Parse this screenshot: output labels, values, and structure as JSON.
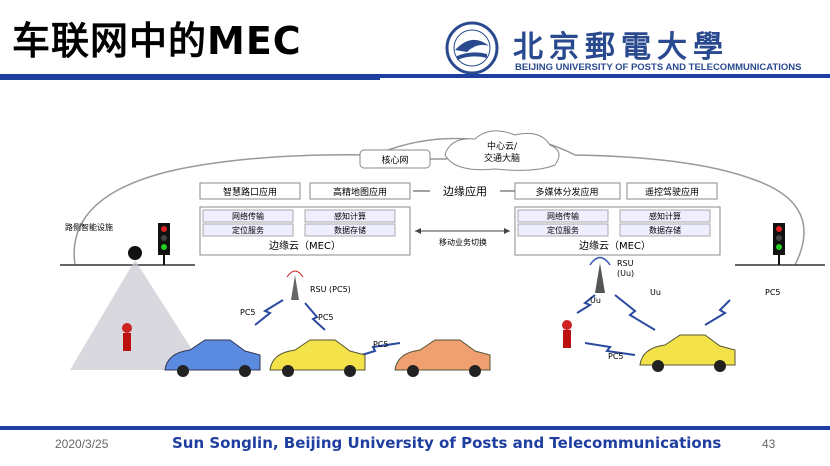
{
  "slide": {
    "title": "车联网中的MEC",
    "date": "2020/3/25",
    "author": "Sun Songlin, Beijing University of Posts and Telecommunications",
    "page": "43"
  },
  "logo": {
    "name_cn": "北京郵電大學",
    "name_en": "BEIJING UNIVERSITY OF POSTS AND TELECOMMUNICATIONS"
  },
  "diagram": {
    "center_cloud": "中心云/",
    "center_cloud_sub": "交通大脑",
    "core_network": "核心网",
    "edge_apps_label": "边缘应用",
    "left_apps": [
      "智慧路口应用",
      "高精地图应用"
    ],
    "right_apps": [
      "多媒体分发应用",
      "遥控驾驶应用"
    ],
    "left_services": [
      "网络传输",
      "感知计算",
      "定位服务",
      "数据存储"
    ],
    "right_services": [
      "网络传输",
      "感知计算",
      "定位服务",
      "数据存储"
    ],
    "left_edge_cloud": "边缘云（MEC）",
    "right_edge_cloud": "边缘云（MEC）",
    "mobility": "移动业务切换",
    "roadside": "路侧智能设施",
    "rsu_pc5": "RSU (PC5)",
    "rsu_uu": "RSU",
    "rsu_uu_sub": "(Uu)",
    "pc5": "PC5",
    "uu": "Uu"
  }
}
